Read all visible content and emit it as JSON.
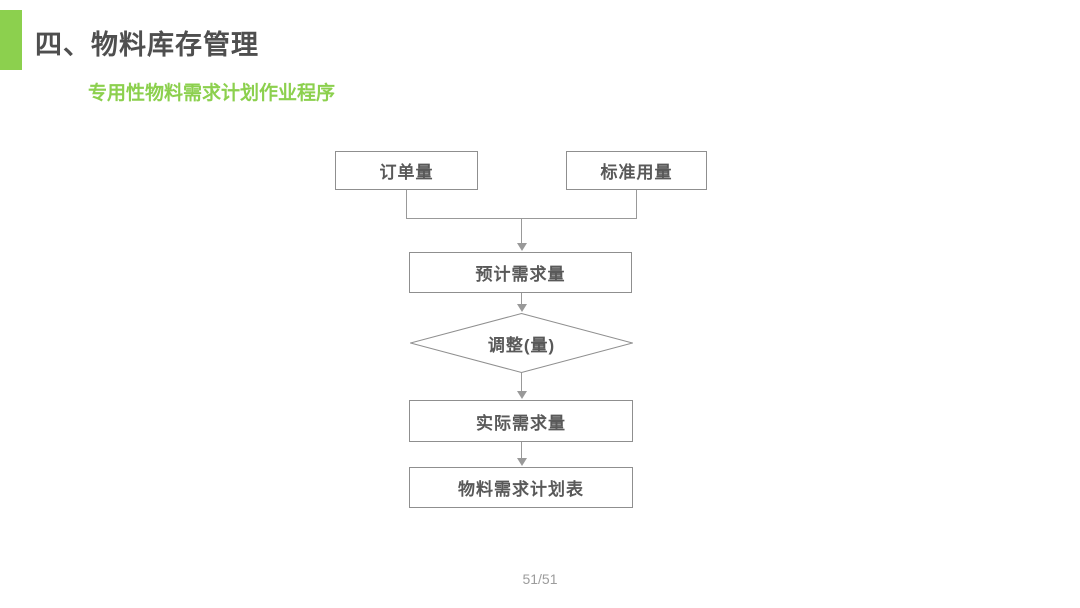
{
  "slide": {
    "title": "四、物料库存管理",
    "subtitle": "专用性物料需求计划作业程序",
    "page_number": "51/51"
  },
  "flowchart": {
    "nodes": [
      {
        "id": "order-quantity",
        "shape": "rect",
        "label": "订单量"
      },
      {
        "id": "standard-usage",
        "shape": "rect",
        "label": "标准用量"
      },
      {
        "id": "estimated-demand",
        "shape": "rect",
        "label": "预计需求量"
      },
      {
        "id": "adjustment",
        "shape": "diamond",
        "label": "调整(量)"
      },
      {
        "id": "actual-demand",
        "shape": "rect",
        "label": "实际需求量"
      },
      {
        "id": "material-requirements-plan-table",
        "shape": "rect",
        "label": "物料需求计划表"
      }
    ],
    "edges": [
      {
        "from": "order-quantity",
        "to": "estimated-demand"
      },
      {
        "from": "standard-usage",
        "to": "estimated-demand"
      },
      {
        "from": "estimated-demand",
        "to": "adjustment"
      },
      {
        "from": "adjustment",
        "to": "actual-demand"
      },
      {
        "from": "actual-demand",
        "to": "material-requirements-plan-table"
      }
    ]
  },
  "colors": {
    "accent_green": "#8CD04E",
    "title_text": "#4F4F4F",
    "node_text": "#595959",
    "node_border": "#8F8F8F",
    "connector": "#999999",
    "page_number_text": "#9C9C9C"
  }
}
